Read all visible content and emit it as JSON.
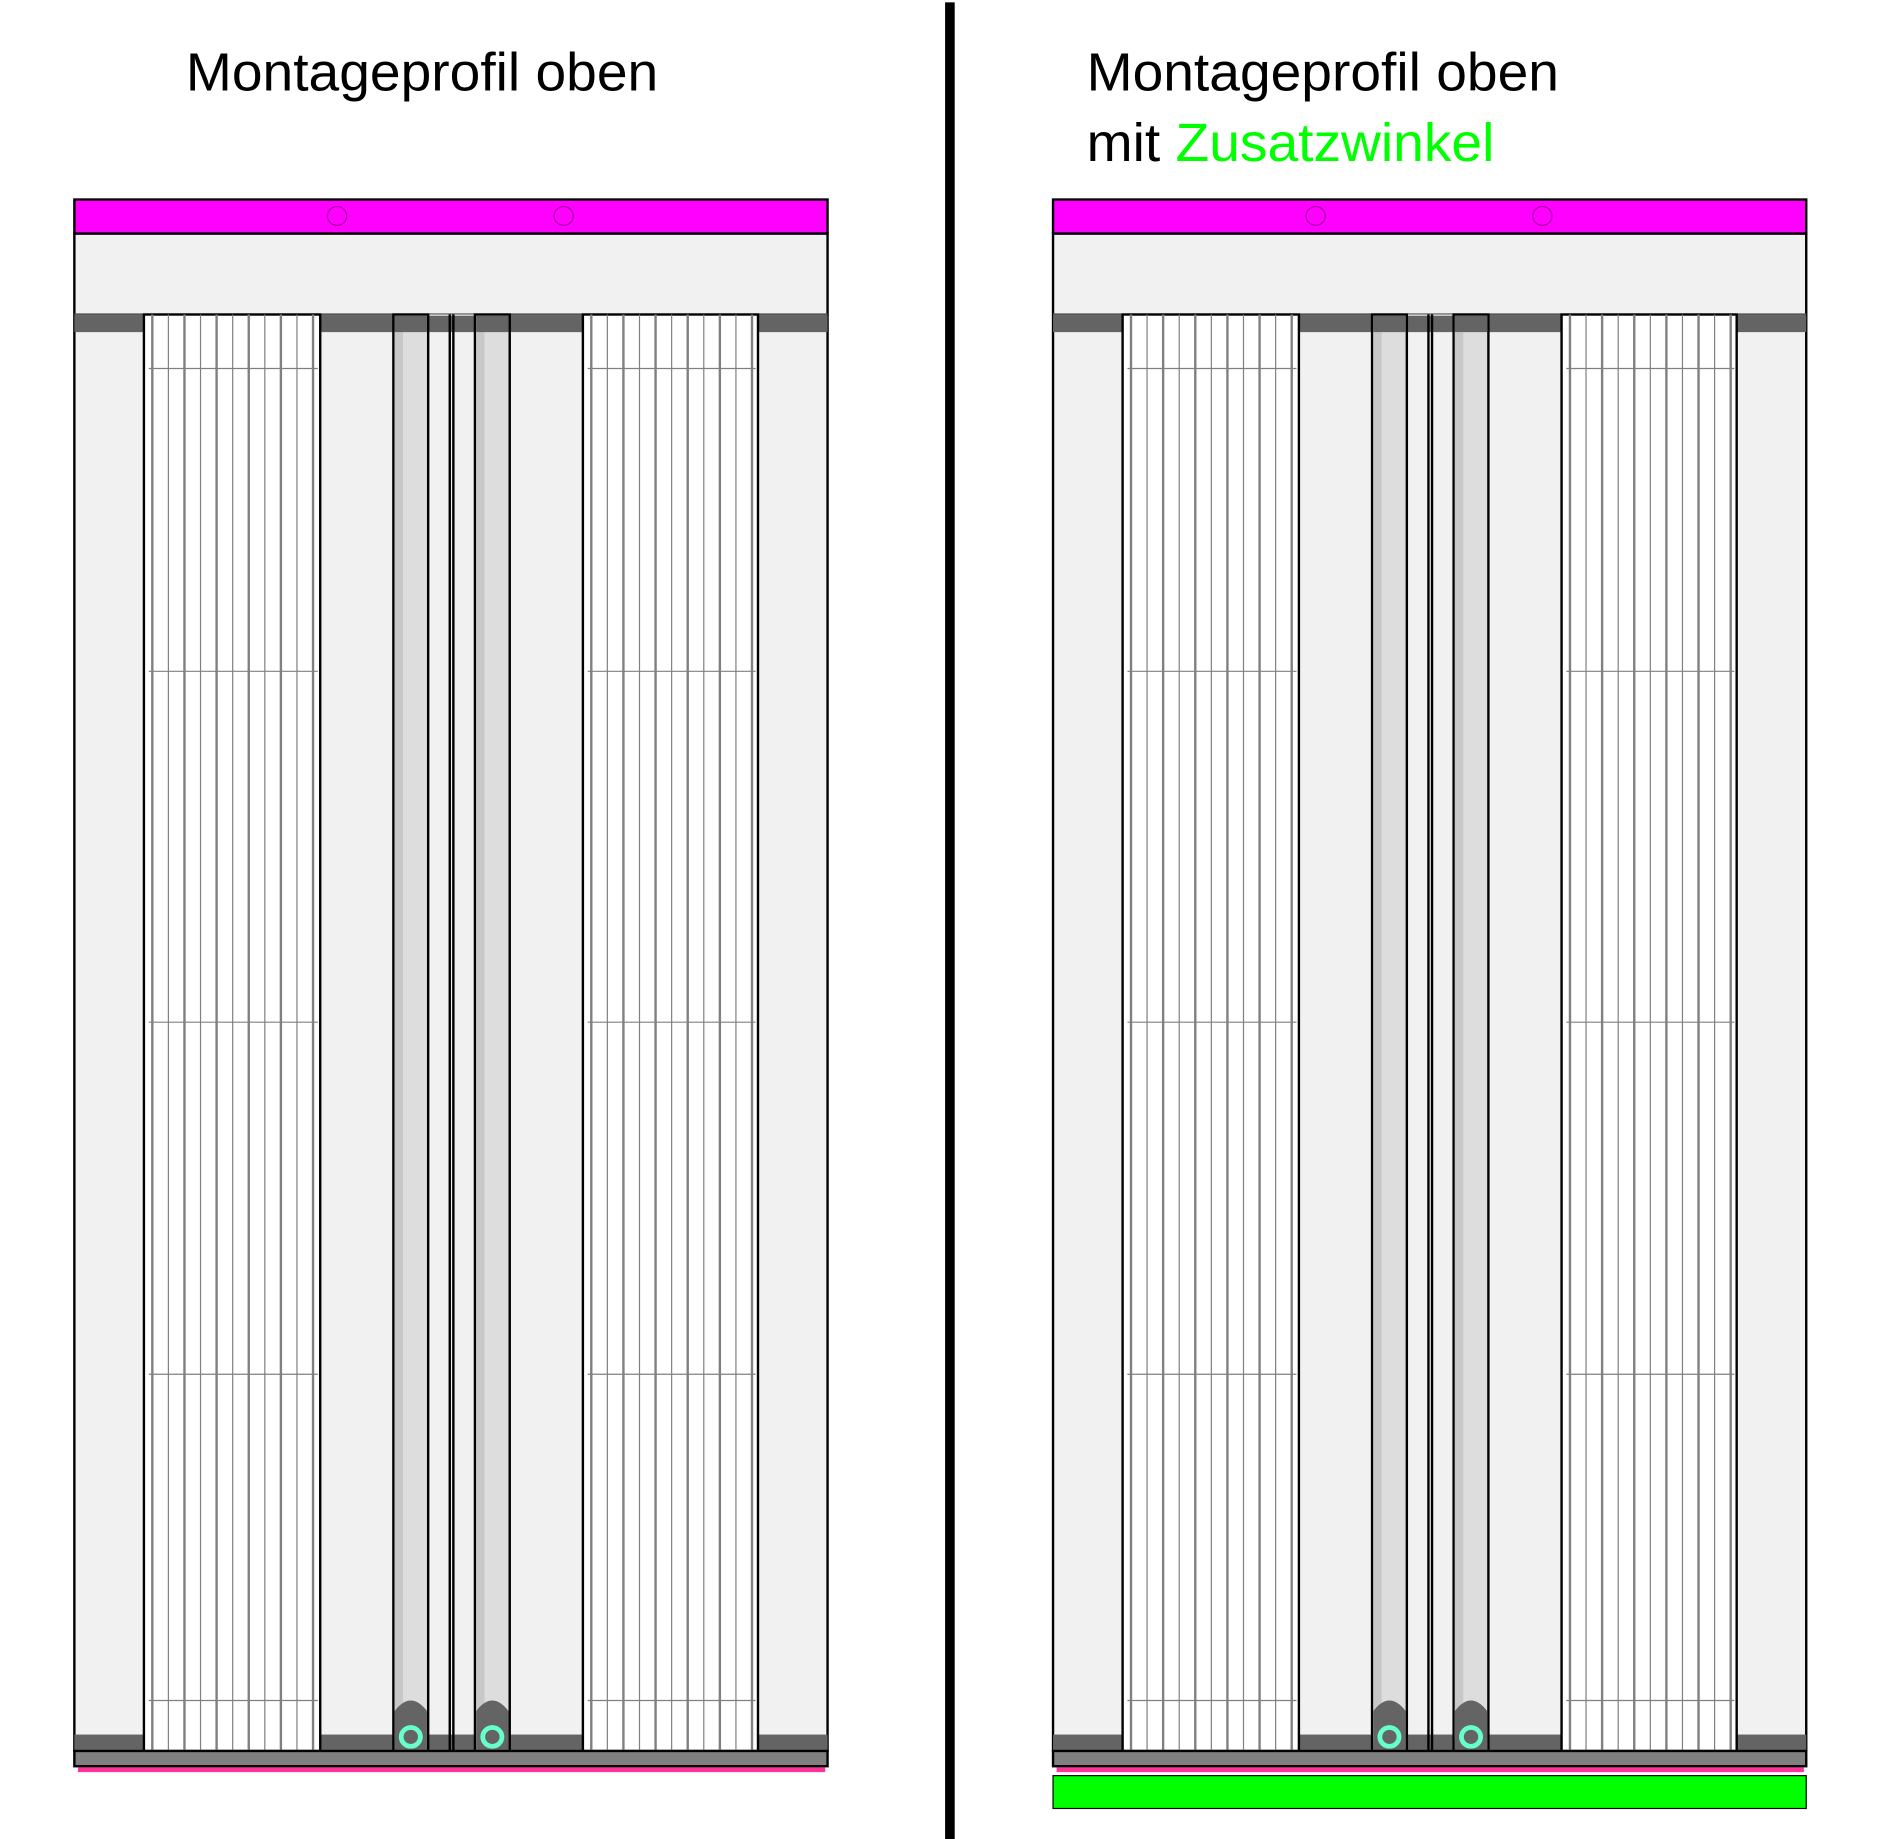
{
  "left": {
    "title": "Montageprofil oben"
  },
  "right": {
    "title_line1": "Montageprofil oben",
    "title_line2_prefix": "mit",
    "title_line2_highlight": "Zusatzwinkel"
  },
  "colors": {
    "mounting_profile": "#ff00ff",
    "frame_light": "#f1f1f1",
    "frame_dark": "#646464",
    "bottom_rail": "#808080",
    "seal": "#ff3399",
    "handle_ring": "#66ffcc",
    "extra_angle": "#00ff00",
    "divider": "#000000"
  }
}
